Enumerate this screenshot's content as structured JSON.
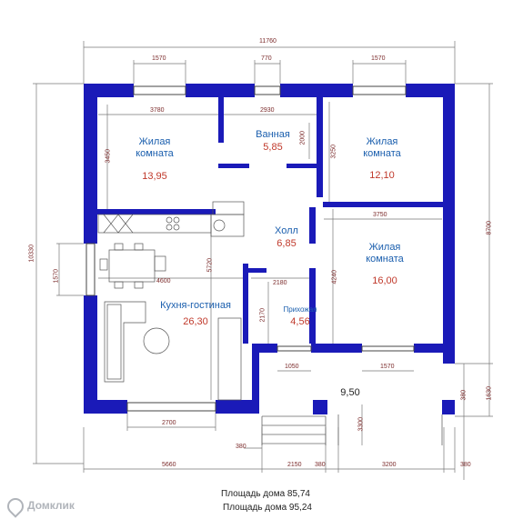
{
  "rooms": {
    "living1": {
      "name": "Жилая\nкомната",
      "area": "13,95"
    },
    "bath": {
      "name": "Ванная",
      "area": "5,85"
    },
    "living2": {
      "name": "Жилая\nкомната",
      "area": "12,10"
    },
    "hall": {
      "name": "Холл",
      "area": "6,85"
    },
    "living3": {
      "name": "Жилая\nкомната",
      "area": "16,00"
    },
    "kitchen": {
      "name": "Кухня-гостиная",
      "area": "26,30"
    },
    "entry": {
      "name": "Прихожая",
      "area": "4,56"
    },
    "terrace": {
      "area": "9,50"
    }
  },
  "dimensions": {
    "top_total": "11760",
    "top_w1": "1570",
    "top_w2": "770",
    "top_w3": "1570",
    "r1_width": "3780",
    "bath_width": "2930",
    "r3_width": "3750",
    "kitchen_width": "4600",
    "entry_width": "2180",
    "bottom_w1": "1050",
    "bottom_w2": "1570",
    "kitchen_window": "2700",
    "bottom_total1": "5660",
    "bottom_total2": "2150",
    "bottom_total3": "380",
    "bottom_total4": "3200",
    "bottom_total5": "380",
    "step_380": "380",
    "left_total": "10330",
    "left_window": "1570",
    "right_total": "8700",
    "right_bottom": "1630",
    "right_380": "380",
    "r1_h": "3450",
    "bath_h": "2000",
    "r2_h": "3250",
    "kitchen_h": "5720",
    "r3_h": "4240",
    "entry_h": "2170",
    "stairs_h": "3300"
  },
  "footer": {
    "area_house": "Площадь дома  85,74",
    "area_total": "Площадь дома  95,24"
  },
  "watermark": "Домклик",
  "colors": {
    "wall": "#1a1ab8",
    "dim_line": "#6a6a6a",
    "furniture": "#6a6a6a"
  }
}
